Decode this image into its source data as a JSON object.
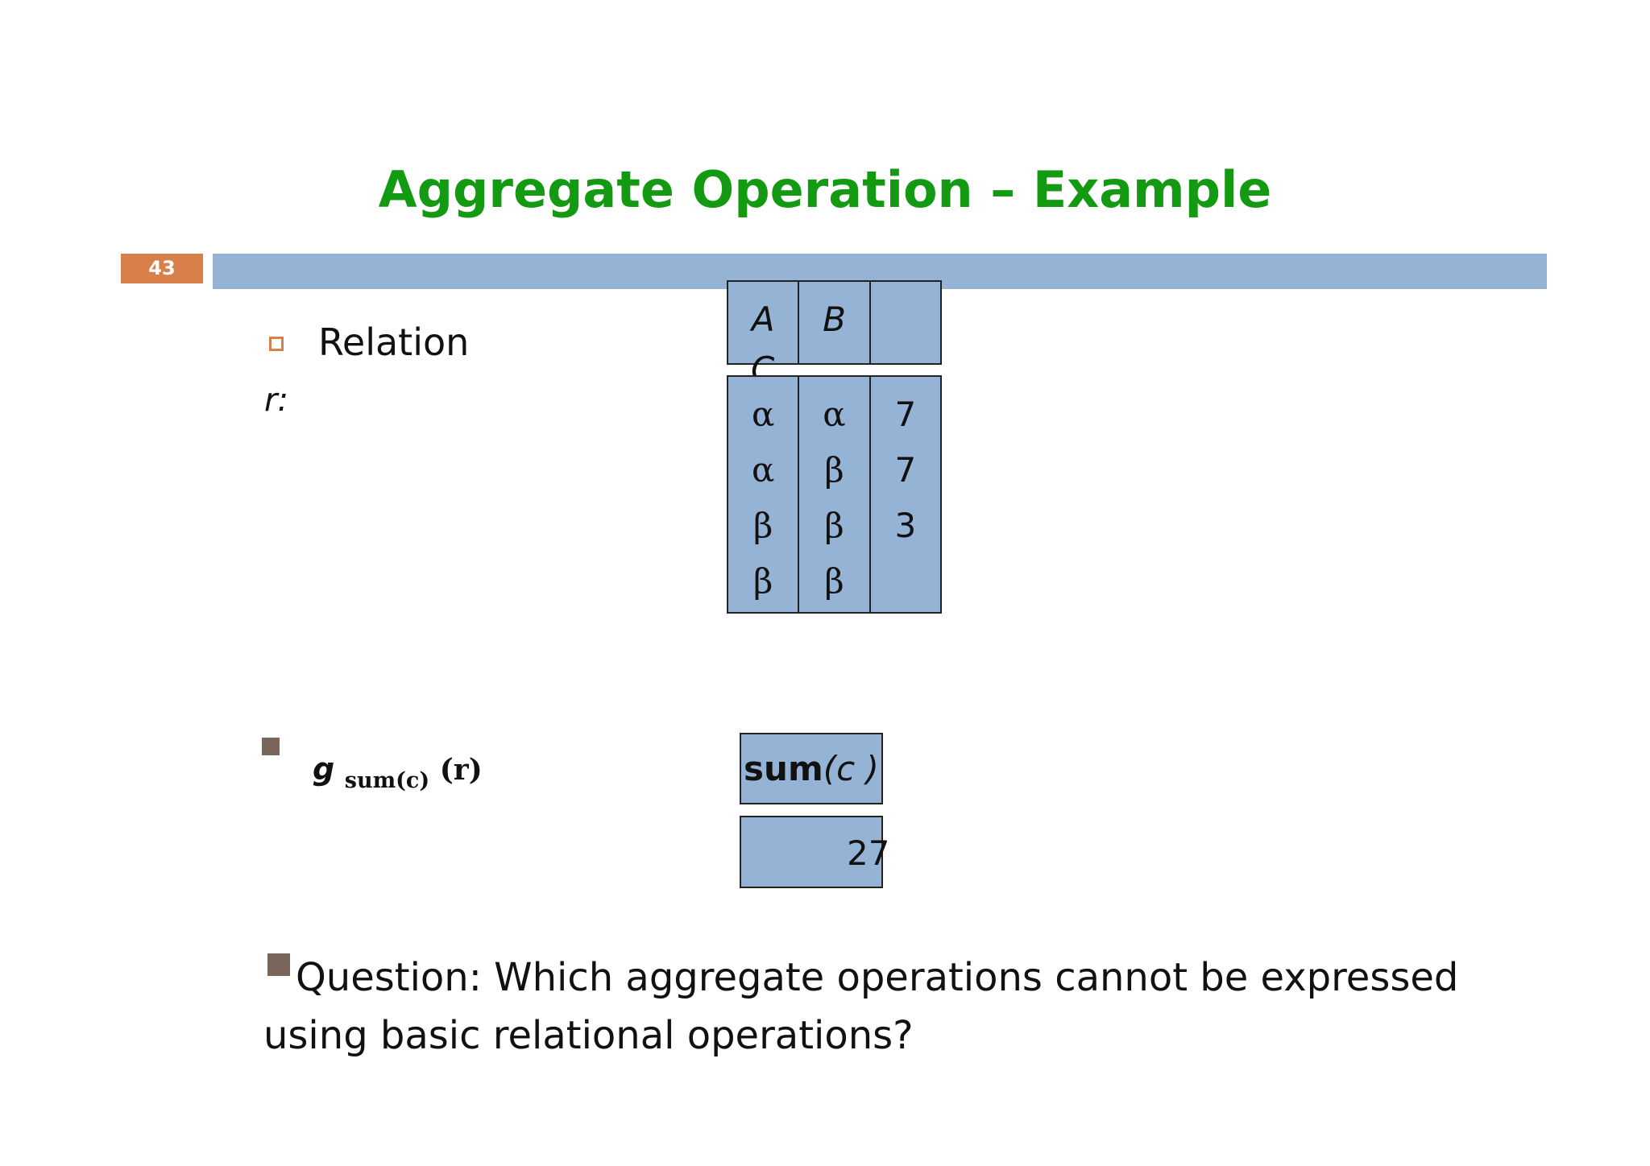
{
  "slide": {
    "title": "Aggregate Operation – Example",
    "number": "43"
  },
  "bullet1": {
    "text": "Relation",
    "relation_name": "r:"
  },
  "relation_table": {
    "headers": [
      "A",
      "B",
      "C"
    ],
    "columns": [
      [
        "α",
        "α",
        "β",
        "β"
      ],
      [
        "α",
        "β",
        "β",
        "β"
      ],
      [
        "7",
        "7",
        "3",
        ""
      ]
    ]
  },
  "expression": {
    "g": "g",
    "sub": "sum(c)",
    "arg": "(r)"
  },
  "result_table": {
    "header_bold": "sum",
    "header_rest": "(c )",
    "value": "27"
  },
  "question": {
    "line1": "Question: Which aggregate operations cannot be expressed",
    "line2": "using basic relational operations?"
  },
  "colors": {
    "title": "#149a12",
    "bar": "#95b3d4",
    "slide_number_bg": "#d9804a",
    "bullet": "#7a655b"
  }
}
